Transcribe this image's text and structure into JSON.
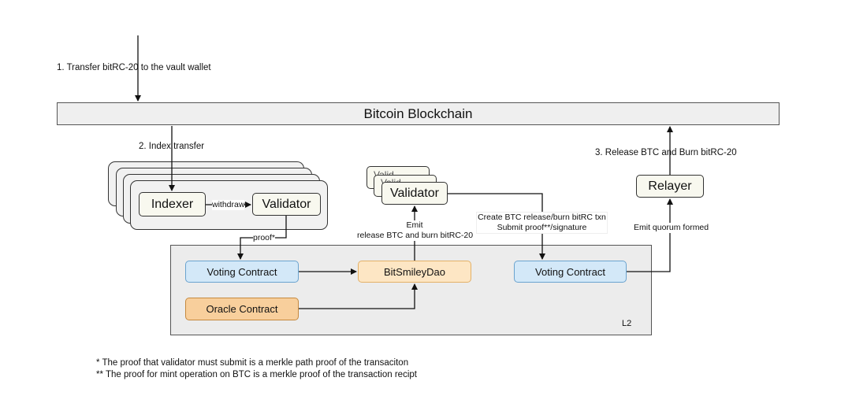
{
  "steps": {
    "transfer": "1. Transfer bitRC-20 to the vault wallet",
    "index": "2. Index transfer",
    "release": "3. Release BTC and Burn bitRC-20"
  },
  "nodes": {
    "bitcoin_blockchain": "Bitcoin Blockchain",
    "indexer": "Indexer",
    "validator_left": "Validator",
    "validator_top": "Validator",
    "validator_ghost_back": "Valid...",
    "validator_ghost_mid": "Valid...",
    "relayer": "Relayer",
    "voting_contract_left": "Voting Contract",
    "oracle_contract": "Oracle Contract",
    "bitsmiley_dao": "BitSmileyDao",
    "voting_contract_right": "Voting Contract",
    "l2": "L2"
  },
  "edges": {
    "withdraw": "withdraw",
    "proof": "proof*",
    "emit_line1": "Emit",
    "emit_line2": "release BTC and burn bitRC-20",
    "create_line1": "Create BTC release/burn bitRC txn",
    "create_line2": "Submit proof**/signature",
    "quorum": "Emit quorum formed"
  },
  "footnotes": [
    "*  The proof that validator must submit is a merkle path proof of the transaciton",
    "** The proof for mint operation on BTC is a merkle proof of the transaction recipt"
  ],
  "colors": {
    "contract_blue": "#d3e8f8",
    "oracle_orange": "#f8cf9c",
    "dao_yellow": "#fde6c4",
    "node_cream": "#f8f8ef",
    "layer_gray": "#ececec"
  }
}
